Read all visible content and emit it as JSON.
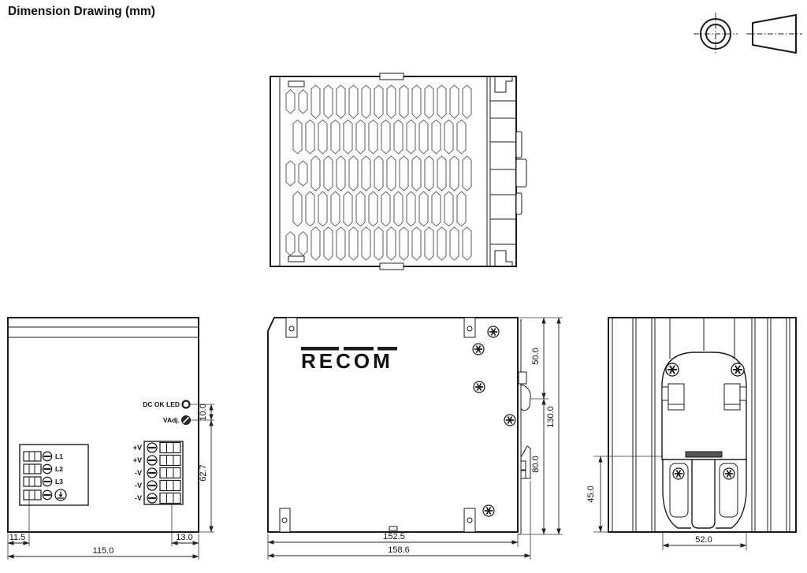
{
  "title": "Dimension Drawing (mm)",
  "brand_logo": "RECOM",
  "front_view": {
    "indicators": {
      "dc_ok_led_label": "DC OK LED",
      "vadj_label": "VAdj."
    },
    "input_terminal_labels": [
      "L1",
      "L2",
      "L3"
    ],
    "output_terminal_labels": [
      "+V",
      "+V",
      "-V",
      "-V",
      "-V"
    ],
    "dimensions": {
      "input_offset": "11.5",
      "total_width": "115.0",
      "output_offset": "13.0",
      "led_to_vadj": "10.0",
      "vadj_to_bottom": "62.7"
    }
  },
  "side_view": {
    "dimensions": {
      "body_depth": "152.5",
      "total_depth": "158.6",
      "top_to_din_clip": "50.0",
      "total_height": "130.0",
      "din_clip_to_bottom": "80.0"
    }
  },
  "back_view": {
    "dimensions": {
      "din_section_height": "45.0",
      "bracket_width": "52.0"
    }
  }
}
